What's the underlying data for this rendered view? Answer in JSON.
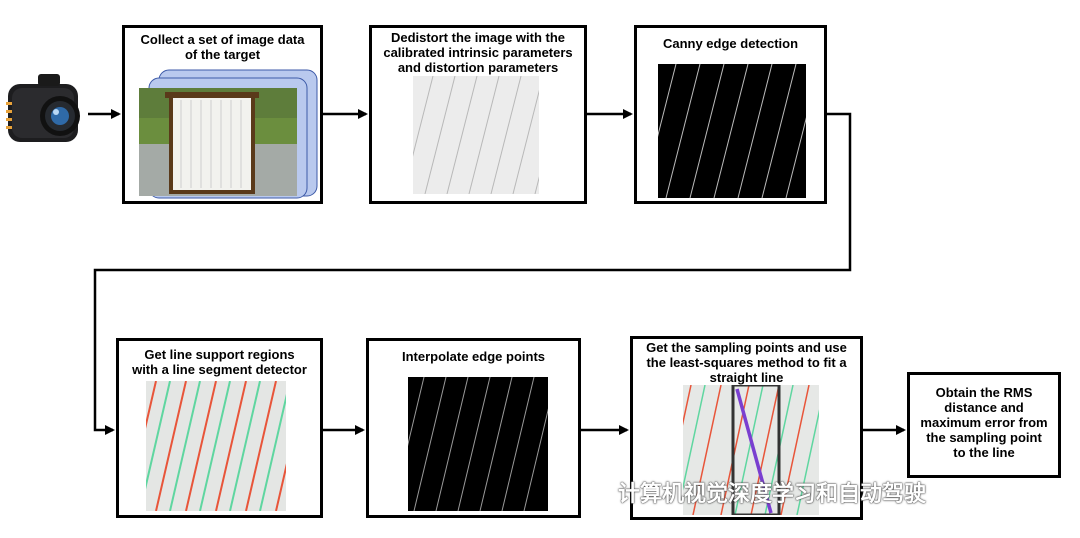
{
  "steps": {
    "collect": "Collect a set of image data of the target",
    "dedistort": "Dedistort the image with the calibrated intrinsic parameters and distortion parameters",
    "canny": "Canny edge detection",
    "lsd": "Get line support regions with a line segment detector",
    "interpolate": "Interpolate edge points",
    "fit": "Get the sampling points and use the least-squares method to fit a straight line",
    "rms": "Obtain the RMS distance and maximum error from the sampling point to the line"
  },
  "watermark": "计算机视觉深度学习和自动驾驶",
  "colors": {
    "line_red": "#e8553a",
    "line_green": "#5fd6a0",
    "line_purple": "#7a3fd0",
    "stack_blue": "#b9c9ee"
  }
}
